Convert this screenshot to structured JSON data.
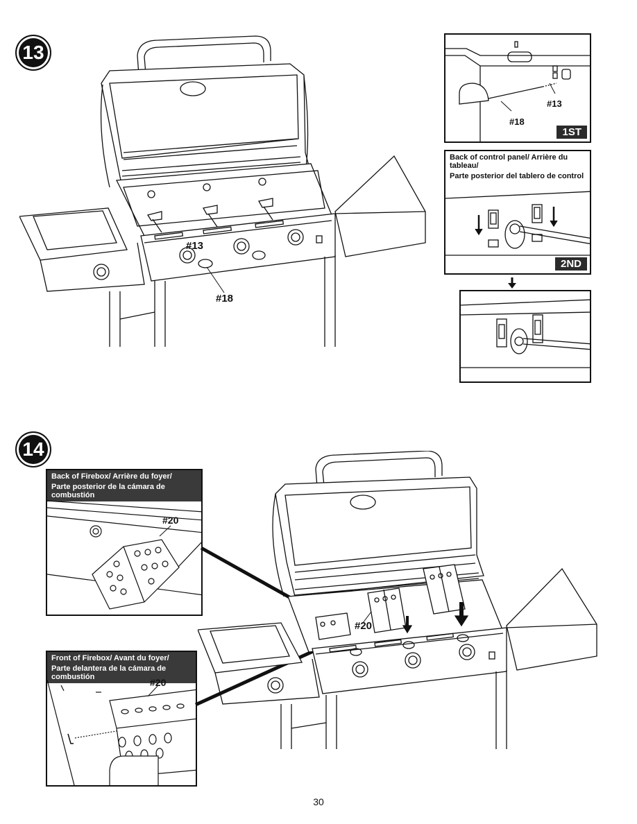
{
  "step13": {
    "badge": "13",
    "callouts": {
      "part13": "#13",
      "part18": "#18"
    },
    "detail1": {
      "part13": "#13",
      "part18": "#18",
      "tag": "1ST"
    },
    "detail2": {
      "header_line1": "Back of control panel/ Arrière du tableau/",
      "header_line2": "Parte posterior del tablero de control",
      "tag": "2ND"
    }
  },
  "step14": {
    "badge": "14",
    "callouts": {
      "part20": "#20"
    },
    "back_detail": {
      "header_line1": "Back of Firebox/ Arrière du foyer/",
      "header_line2": "Parte posterior de la cámara de combustión",
      "part20": "#20"
    },
    "front_detail": {
      "header_line1": "Front of Firebox/ Avant du foyer/",
      "header_line2": "Parte delantera de la cámara de combustión",
      "part20": "#20"
    }
  },
  "page_number": "30"
}
